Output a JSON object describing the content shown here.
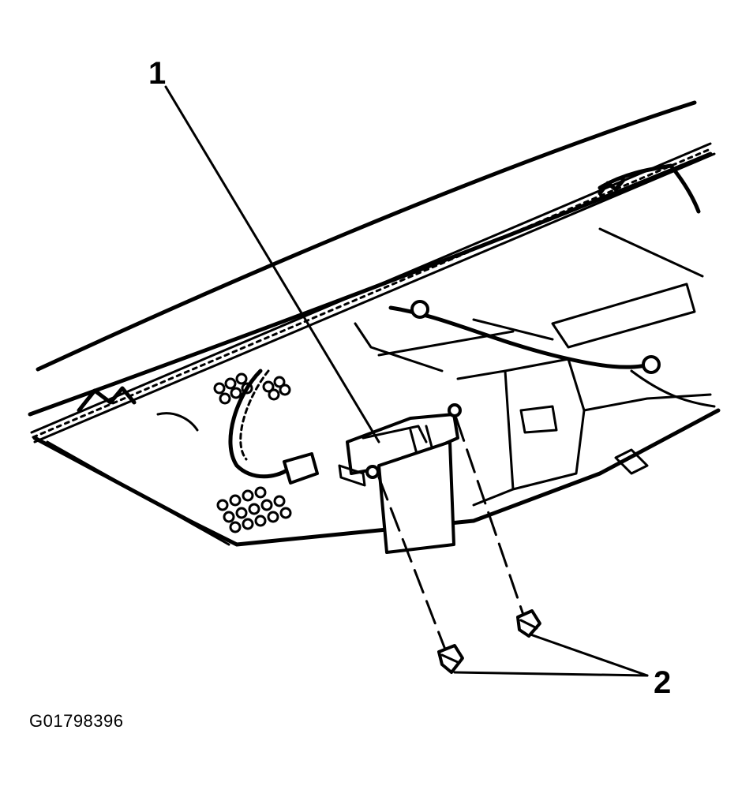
{
  "callouts": {
    "c1": "1",
    "c2": "2"
  },
  "figure_id": "G01798396",
  "colors": {
    "ink": "#000000",
    "paper": "#ffffff"
  }
}
